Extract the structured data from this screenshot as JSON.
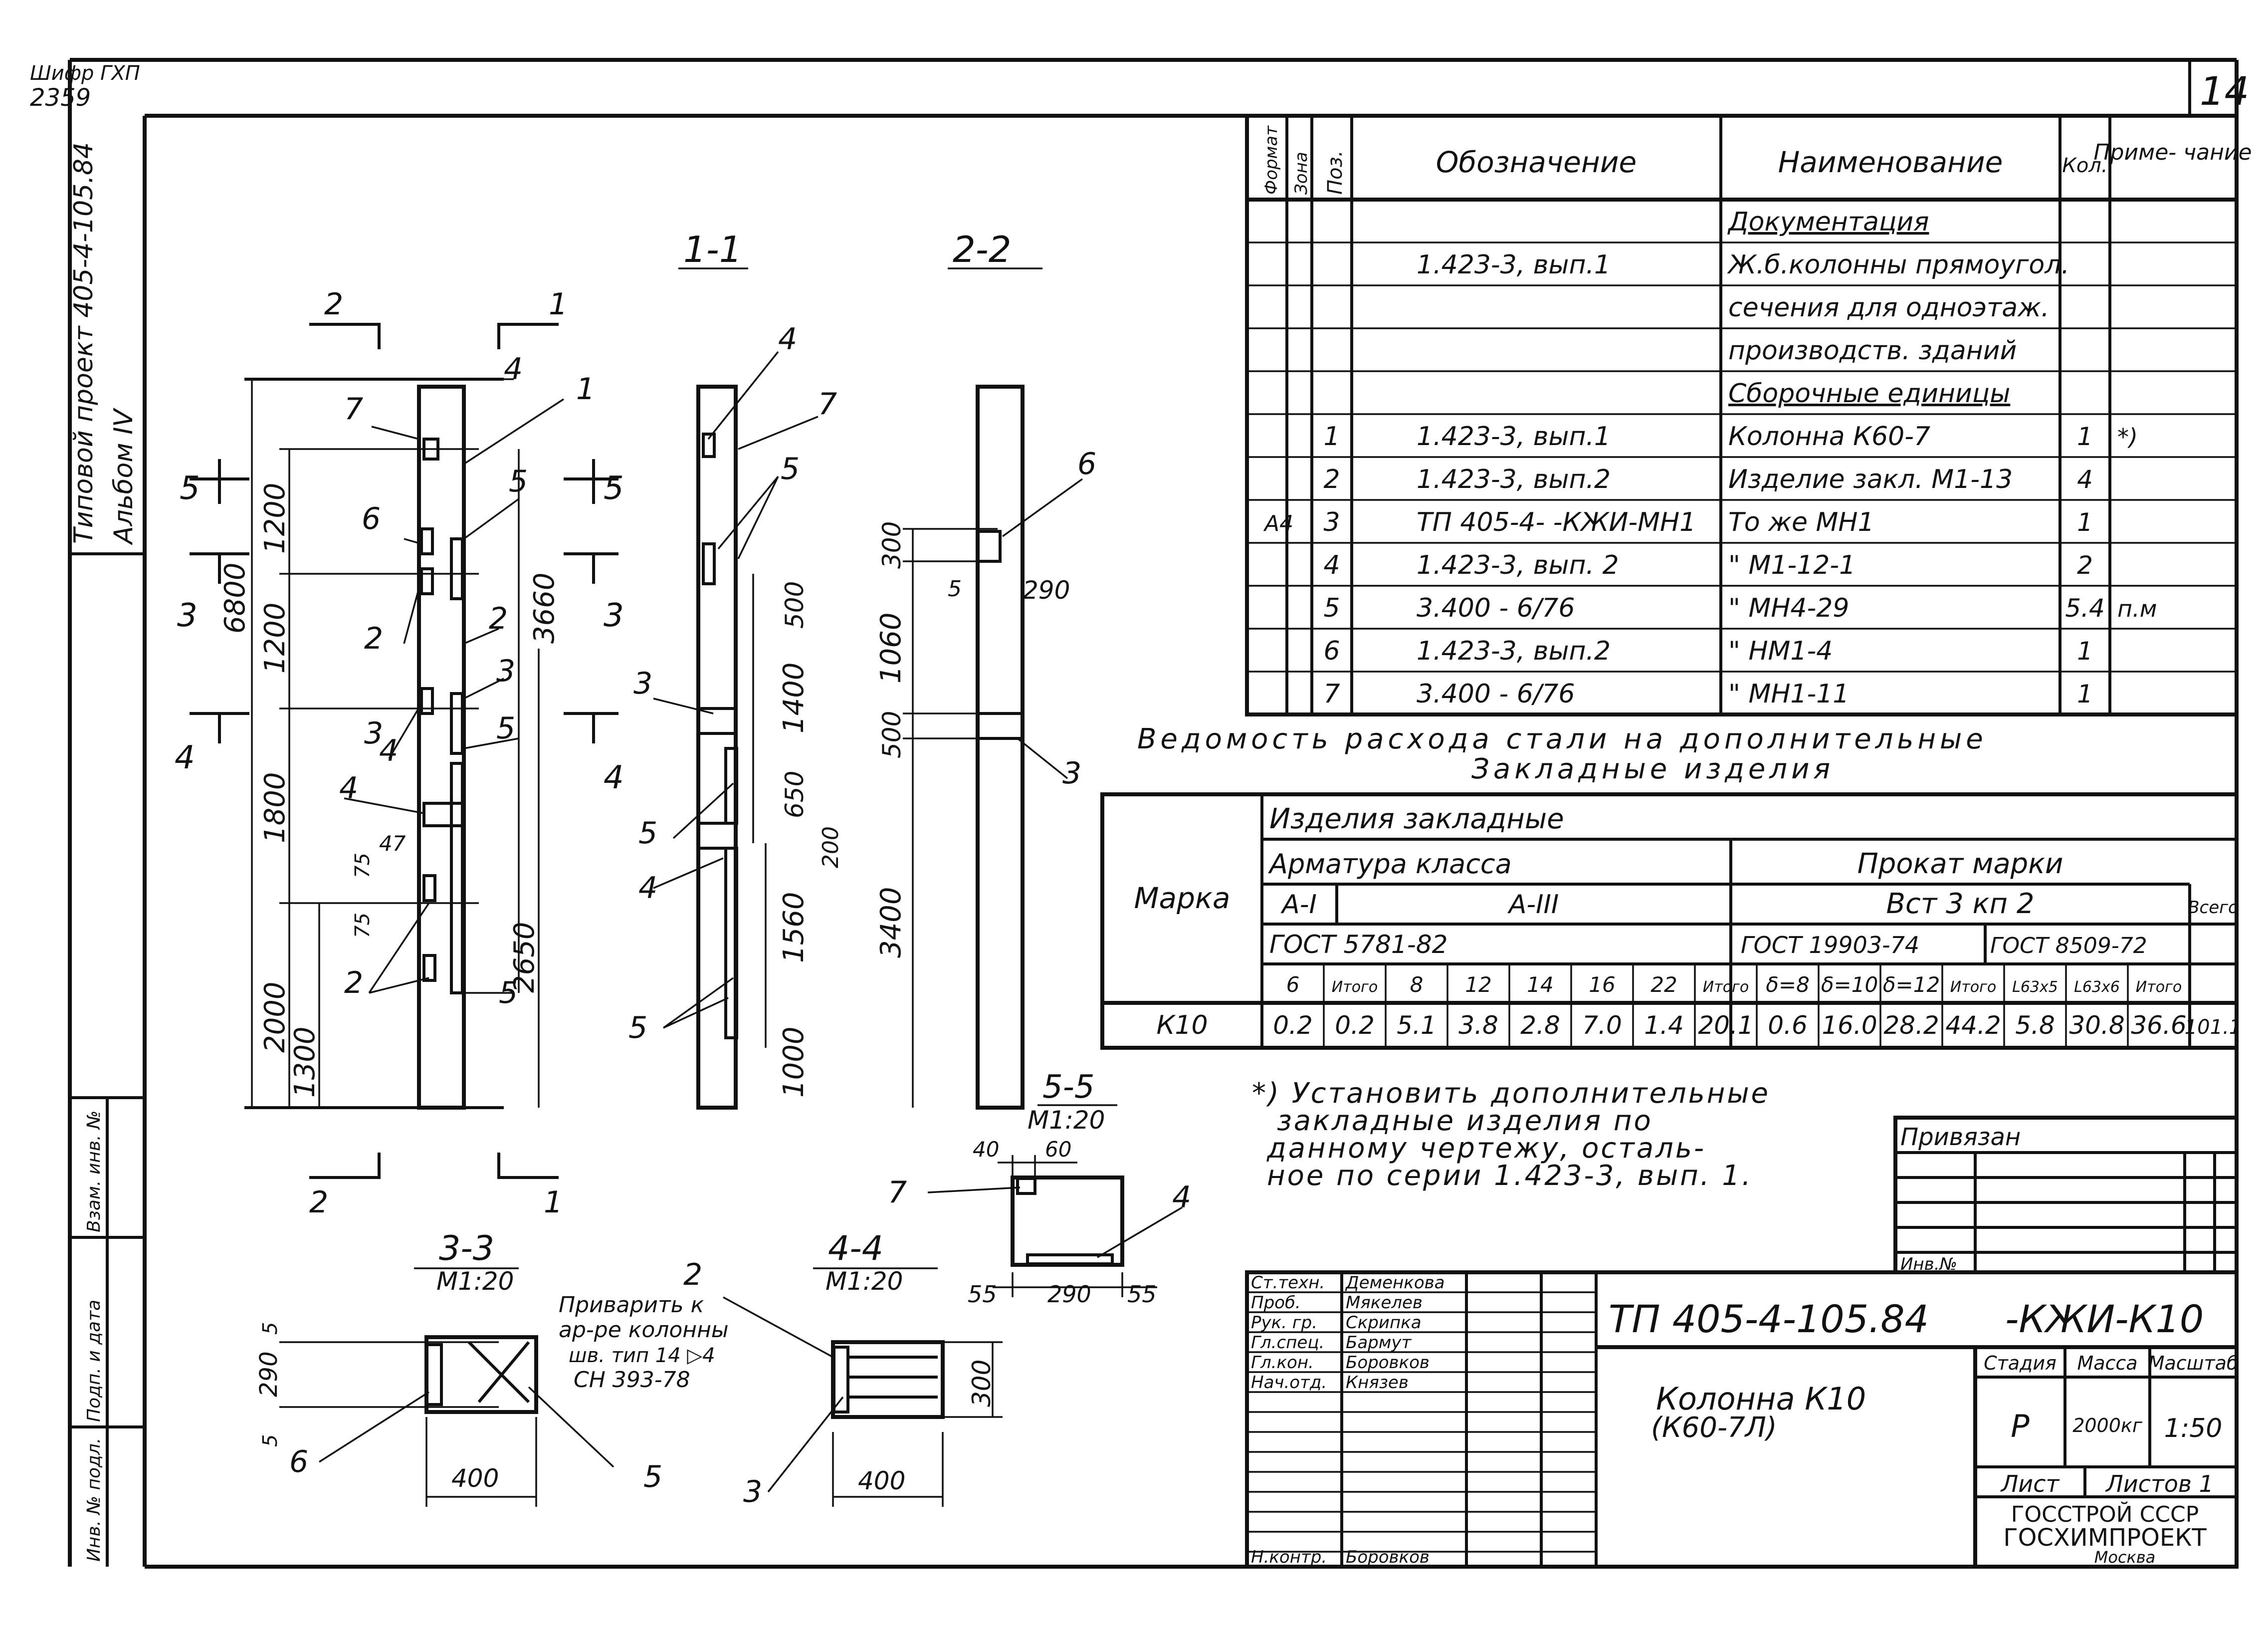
{
  "sheet": {
    "archive_code": "Шифр ГХП",
    "archive_number": "2359",
    "sheet_number": "14",
    "side_title_line1": "Типовой проект 405-4-105.84",
    "side_title_line2": "Альбом IV",
    "side_stamp_labels": [
      "Взам. инв. №",
      "Подп. и дата",
      "Инв. № подл."
    ]
  },
  "spec_table": {
    "headers": [
      "Формат",
      "Зона",
      "Поз.",
      "Обозначение",
      "Наименование",
      "Кол.",
      "Приме-\nчание"
    ],
    "rows": [
      {
        "fmt": "",
        "pos": "",
        "designation": "",
        "name": "Документация",
        "qty": "",
        "note": ""
      },
      {
        "fmt": "",
        "pos": "",
        "designation": "1.423-3, вып.1",
        "name": "Ж.б.колонны прямоугол.",
        "qty": "",
        "note": ""
      },
      {
        "fmt": "",
        "pos": "",
        "designation": "",
        "name": "сечения для одноэтаж.",
        "qty": "",
        "note": ""
      },
      {
        "fmt": "",
        "pos": "",
        "designation": "",
        "name": "производств. зданий",
        "qty": "",
        "note": ""
      },
      {
        "fmt": "",
        "pos": "",
        "designation": "",
        "name": "Сборочные единицы",
        "qty": "",
        "note": ""
      },
      {
        "fmt": "",
        "pos": "1",
        "designation": "1.423-3, вып.1",
        "name": "Колонна К60-7",
        "qty": "1",
        "note": "*)"
      },
      {
        "fmt": "",
        "pos": "2",
        "designation": "1.423-3, вып.2",
        "name": "Изделие закл. М1-13",
        "qty": "4",
        "note": ""
      },
      {
        "fmt": "А4",
        "pos": "3",
        "designation": "ТП 405-4- -КЖИ-МН1",
        "name": "То же            МН1",
        "qty": "1",
        "note": ""
      },
      {
        "fmt": "",
        "pos": "4",
        "designation": "1.423-3, вып. 2",
        "name": "\"             М1-12-1",
        "qty": "2",
        "note": ""
      },
      {
        "fmt": "",
        "pos": "5",
        "designation": "3.400 - 6/76",
        "name": "\"           МН4-29",
        "qty": "5.4",
        "note": "п.м"
      },
      {
        "fmt": "",
        "pos": "6",
        "designation": "1.423-3, вып.2",
        "name": "\"             НМ1-4",
        "qty": "1",
        "note": ""
      },
      {
        "fmt": "",
        "pos": "7",
        "designation": "3.400 - 6/76",
        "name": "\"             МН1-11",
        "qty": "1",
        "note": ""
      }
    ]
  },
  "steel_table": {
    "title_line1": "Ведомость расхода стали на дополнительные",
    "title_line2": "Закладные изделия",
    "group_header": "Изделия закладные",
    "mark_header": "Марка",
    "reinf_header": "Арматура класса",
    "rolled_header": "Прокат марки",
    "total_header": "Всего",
    "class_a1": "А-I",
    "class_a3": "А-III",
    "steel_grade": "Вст 3 кп 2",
    "gost_reinf": "ГОСТ 5781-82",
    "gost_sheet": "ГОСТ 19903-74",
    "gost_angle": "ГОСТ 8509-72",
    "columns": [
      "6",
      "Итого",
      "8",
      "12",
      "14",
      "16",
      "22",
      "Итого",
      "δ=8",
      "δ=10",
      "δ=12",
      "Итого",
      "L63x5",
      "L63x6",
      "Итого"
    ],
    "row": {
      "mark": "К10",
      "values": [
        "0.2",
        "0.2",
        "5.1",
        "3.8",
        "2.8",
        "7.0",
        "1.4",
        "20.1",
        "0.6",
        "16.0",
        "28.2",
        "44.2",
        "5.8",
        "30.8",
        "36.6"
      ],
      "total": "101.1"
    }
  },
  "note": {
    "lines": [
      "*) Установить дополнительные",
      "закладные изделия по",
      "данному чертежу, осталь-",
      "ное по серии 1.423-3, вып. 1."
    ]
  },
  "views": {
    "elevation": {
      "dims_left": [
        "6800",
        "1200",
        "1200",
        "1800",
        "2000",
        "1300"
      ],
      "dims_right": [
        "3660",
        "2650"
      ],
      "small_dims": [
        "75",
        "47",
        "75"
      ],
      "callouts": [
        "1",
        "2",
        "3",
        "4",
        "5",
        "6",
        "7"
      ],
      "section_marks": [
        "1",
        "2",
        "3",
        "4",
        "5"
      ]
    },
    "section_1_1": {
      "title": "1-1",
      "dims": [
        "500",
        "1400",
        "650",
        "200",
        "1560",
        "1000"
      ]
    },
    "section_2_2": {
      "title": "2-2",
      "dims": [
        "300",
        "1060",
        "500",
        "3400",
        "290",
        "5"
      ]
    },
    "section_3_3": {
      "title": "3-3",
      "scale": "М1:20",
      "dims": [
        "5",
        "290",
        "5",
        "400"
      ],
      "weld_note": [
        "Приварить к",
        "ар-ре колонны",
        "шв. тип 14 ▷4",
        "СН 393-78"
      ]
    },
    "section_4_4": {
      "title": "4-4",
      "scale": "М1:20",
      "dims": [
        "300",
        "400"
      ]
    },
    "section_5_5": {
      "title": "5-5",
      "scale": "М1:20",
      "dims": [
        "40",
        "60",
        "55",
        "290",
        "55"
      ]
    }
  },
  "binding_block": {
    "label": "Привязан",
    "inv_label": "Инв.№"
  },
  "title_block": {
    "doc_code": "ТП 405-4-105.84",
    "doc_suffix": "-КЖИ-К10",
    "drawing_name_line1": "Колонна К10",
    "drawing_name_line2": "(К60-7Л)",
    "stage_label": "Стадия",
    "mass_label": "Масса",
    "scale_label": "Масштаб",
    "stage": "Р",
    "mass": "2000кг",
    "scale": "1:50",
    "sheet_label": "Лист",
    "sheets_label": "Листов 1",
    "org_line1": "ГОССТРОЙ СССР",
    "org_line2": "ГОСХИМПРОЕКТ",
    "org_line3": "Москва",
    "signatures": [
      {
        "role": "Ст.техн.",
        "name": "Деменкова"
      },
      {
        "role": "Проб.",
        "name": "Мякелев"
      },
      {
        "role": "Рук. гр.",
        "name": "Скрипка"
      },
      {
        "role": "Гл.спец.",
        "name": "Бармут"
      },
      {
        "role": "Гл.кон.",
        "name": "Боровков"
      },
      {
        "role": "Нач.отд.",
        "name": "Князев"
      },
      {
        "role": "Н.контр.",
        "name": "Боровков"
      }
    ]
  }
}
